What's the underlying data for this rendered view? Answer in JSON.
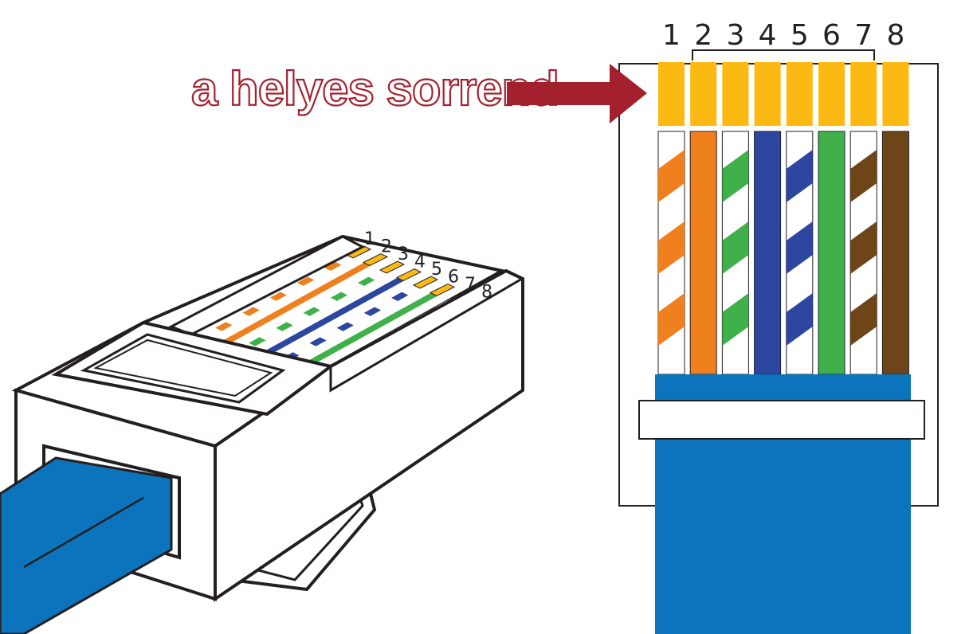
{
  "annotation": {
    "label": "a helyes sorrend",
    "color": "#a3212e"
  },
  "pins": {
    "numbers": [
      "1",
      "2",
      "3",
      "4",
      "5",
      "6",
      "7",
      "8"
    ]
  },
  "wires": [
    {
      "pin": "1",
      "color": "#f07f1d",
      "striped": true
    },
    {
      "pin": "2",
      "color": "#f07f1d",
      "striped": false
    },
    {
      "pin": "3",
      "color": "#3fb04a",
      "striped": true
    },
    {
      "pin": "4",
      "color": "#2d46a0",
      "striped": false
    },
    {
      "pin": "5",
      "color": "#2d46a0",
      "striped": true
    },
    {
      "pin": "6",
      "color": "#3fb04a",
      "striped": false
    },
    {
      "pin": "7",
      "color": "#6e4419",
      "striped": true
    },
    {
      "pin": "8",
      "color": "#6e4419",
      "striped": false
    }
  ],
  "colors": {
    "contact": "#fdb913",
    "cable": "#0c74bc",
    "outline": "#231f20"
  }
}
